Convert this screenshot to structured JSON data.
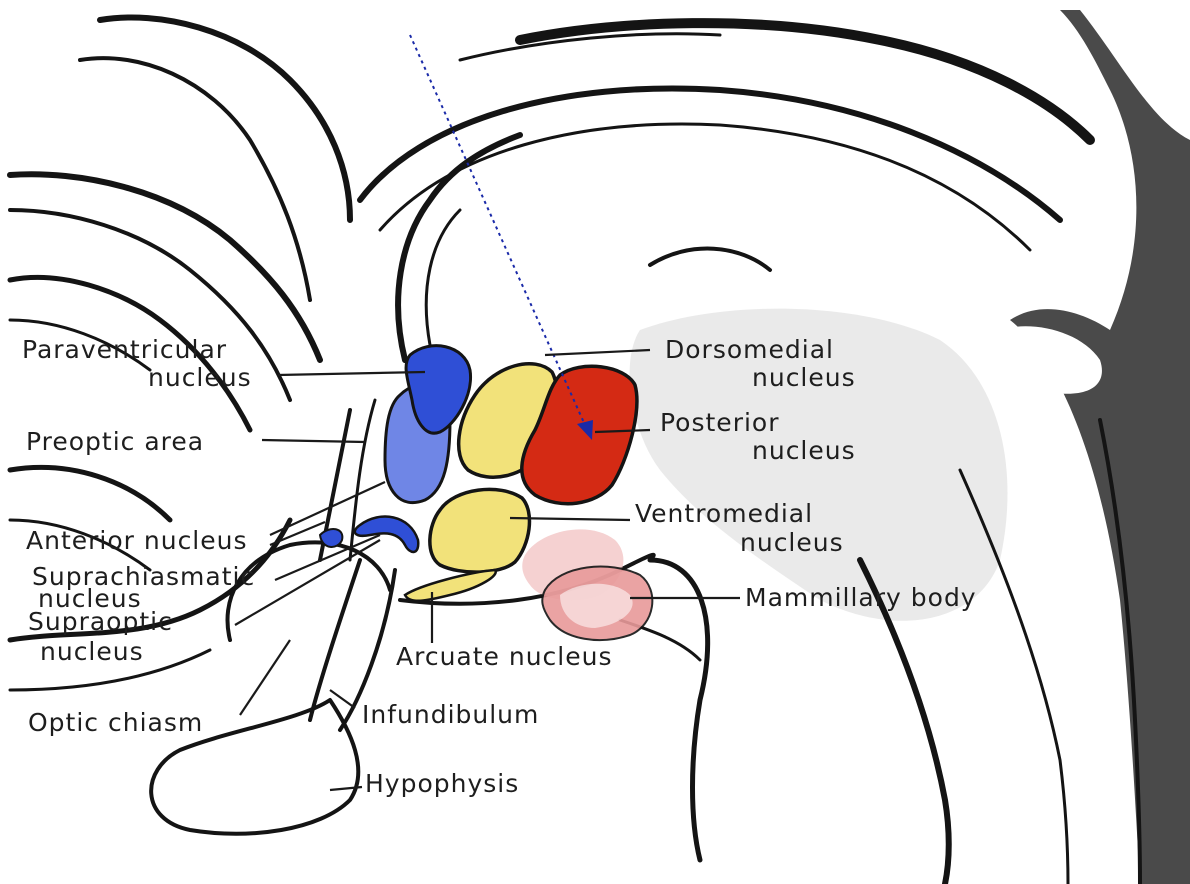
{
  "labels": {
    "paraventricular_1": "Paraventricular",
    "paraventricular_2": "nucleus",
    "preoptic": "Preoptic area",
    "anterior": "Anterior nucleus",
    "suprachiasmatic_1": "Suprachiasmatic",
    "suprachiasmatic_2": "nucleus",
    "supraoptic_1": "Supraoptic",
    "supraoptic_2": "nucleus",
    "optic_chiasm": "Optic chiasm",
    "dorsomedial_1": "Dorsomedial",
    "dorsomedial_2": "nucleus",
    "posterior_1": "Posterior",
    "posterior_2": "nucleus",
    "ventromedial_1": "Ventromedial",
    "ventromedial_2": "nucleus",
    "mammillary": "Mammillary body",
    "arcuate": "Arcuate nucleus",
    "infundibulum": "Infundibulum",
    "hypophysis": "Hypophysis"
  },
  "colors": {
    "blue": "#2f4fd6",
    "blue_light": "#6f86e6",
    "yellow": "#f2e27a",
    "red": "#d42a14",
    "mammillary_pink": "#f0b8b8",
    "ink": "#141414",
    "arrow": "#1a2aa8"
  }
}
